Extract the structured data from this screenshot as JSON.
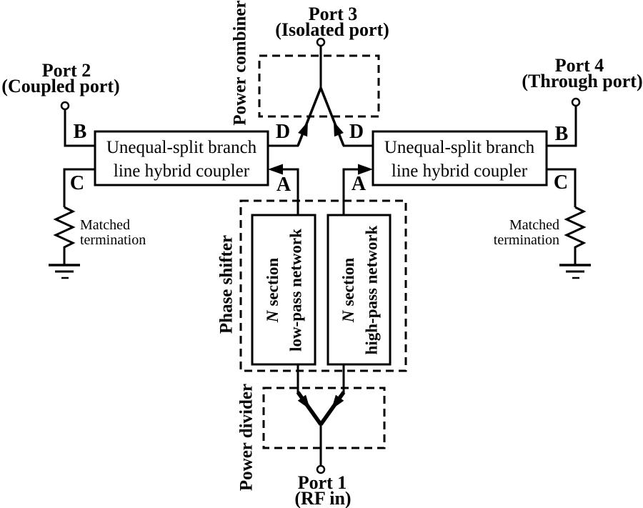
{
  "colors": {
    "ink": "#000000",
    "background": "#ffffff"
  },
  "ports": {
    "port1": {
      "name": "Port 1",
      "desc": "(RF in)"
    },
    "port2": {
      "name": "Port 2",
      "desc": "(Coupled port)"
    },
    "port3": {
      "name": "Port 3",
      "desc": "(Isolated port)"
    },
    "port4": {
      "name": "Port 4",
      "desc": "(Through port)"
    }
  },
  "sections": {
    "power_combiner": "Power combiner",
    "phase_shifter": "Phase shifter",
    "power_divider": "Power divider"
  },
  "couplers": {
    "left": {
      "line1": "Unequal-split branch",
      "line2": "line hybrid coupler",
      "ports": {
        "top_left": "B",
        "bottom_left": "C",
        "top_right": "D",
        "bottom_right": "A"
      }
    },
    "right": {
      "line1": "Unequal-split branch",
      "line2": "line hybrid coupler",
      "ports": {
        "top_left": "D",
        "bottom_left": "A",
        "top_right": "B",
        "bottom_right": "C"
      }
    }
  },
  "networks": {
    "lowpass": {
      "line1_italic": "N",
      "line1_rest": "section",
      "line2": "low-pass network"
    },
    "highpass": {
      "line1_italic": "N",
      "line1_rest": "section",
      "line2": "high-pass network"
    }
  },
  "terminations": {
    "left": {
      "line1": "Matched",
      "line2": "termination"
    },
    "right": {
      "line1": "Matched",
      "line2": "termination"
    }
  }
}
